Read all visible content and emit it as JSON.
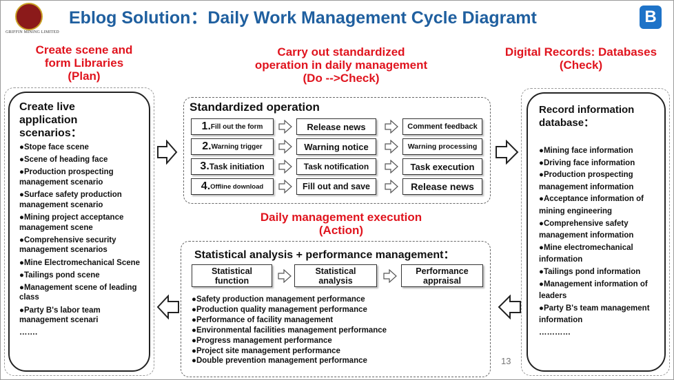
{
  "header": {
    "title": "Eblog Solution：Daily Work Management Cycle Diagramt",
    "logo_caption": "GRIFFIN MINING LIMITED",
    "brand_glyph": "B"
  },
  "plan": {
    "heading": "Create scene and form Libraries (Plan)",
    "line1": "Create scene and",
    "line2": "form Libraries",
    "line3": "(Plan)"
  },
  "do": {
    "line1": "Carry out standardized",
    "line2": "operation in daily management",
    "line3": "(Do -->Check)"
  },
  "check": {
    "line1": "Digital Records: Databases",
    "line2": "(Check)"
  },
  "action": {
    "line1": "Daily management execution",
    "line2": "(Action)"
  },
  "left_box": {
    "title1": "Create live",
    "title2": "application",
    "title3": "scenarios：",
    "items": [
      "●Stope face scene",
      "●Scene of heading face",
      "●Production prospecting management scenario",
      "●Surface safety production management scenario",
      "●Mining project acceptance management scene",
      "●Comprehensive security management scenarios",
      "●Mine Electromechanical Scene",
      "●Tailings pond scene",
      "●Management scene of leading class",
      "●Party B's labor team management scenari",
      "……."
    ]
  },
  "right_box": {
    "title1": "Record information",
    "title2": "database：",
    "items": [
      "●Mining face information",
      "●Driving face information",
      "●Production prospecting management information",
      "●Acceptance information of mining engineering",
      "●Comprehensive safety management information",
      "●Mine electromechanical information",
      "●Tailings pond information",
      "●Management information of leaders",
      "●Party B's team management information",
      "…………"
    ]
  },
  "std": {
    "title": "Standardized operation",
    "rows": [
      {
        "n": "1.",
        "a": "Fill out the form",
        "b": "Release news",
        "c": "Comment feedback"
      },
      {
        "n": "2.",
        "a": "Warning trigger",
        "b": "Warning notice",
        "c": "Warning processing"
      },
      {
        "n": "3.",
        "a": "Task initiation",
        "b": "Task notification",
        "c": "Task execution"
      },
      {
        "n": "4.",
        "a": "Offline download",
        "b": "Fill out and save",
        "c": "Release news"
      }
    ]
  },
  "stat": {
    "title": "Statistical analysis + performance management：",
    "f1": "Statistical function",
    "f2": "Statistical analysis",
    "f3": "Performance appraisal",
    "items": [
      "●Safety production management performance",
      "●Production quality management performance",
      "●Performance of facility management",
      "●Environmental facilities management performance",
      "●Progress management performance",
      "●Project site management performance",
      "●Double prevention management performance"
    ]
  },
  "page_number": "13",
  "colors": {
    "title": "#1f5f9f",
    "accent_red": "#e0141e",
    "brand": "#1e73c8"
  }
}
